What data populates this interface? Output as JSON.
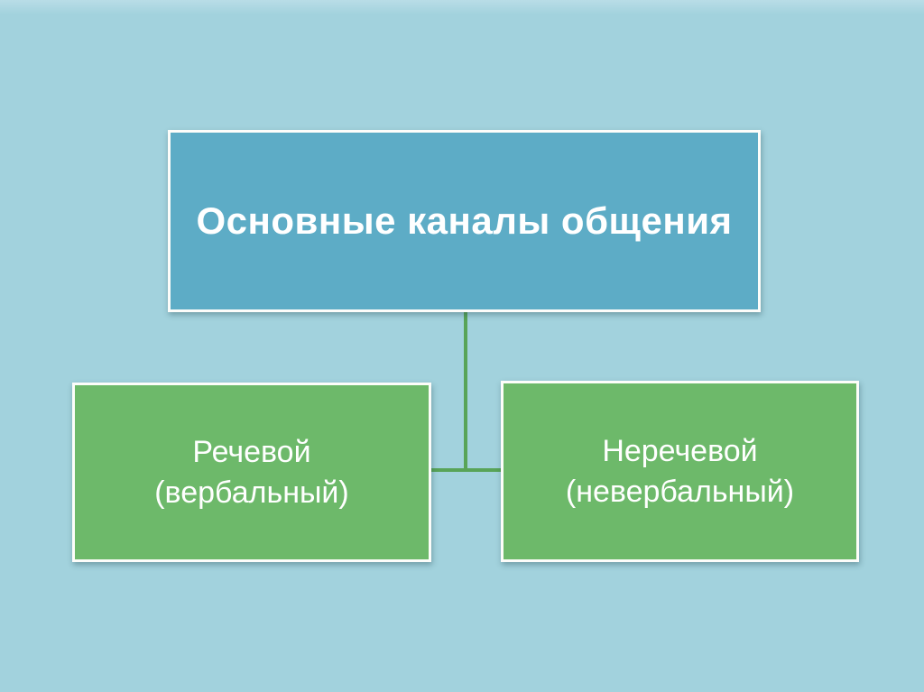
{
  "slide": {
    "title_node": {
      "label": "Основные каналы общения"
    },
    "child_nodes": [
      {
        "line1": "Речевой",
        "line2": "(вербальный)"
      },
      {
        "line1": "Неречевой",
        "line2": "(невербальный)"
      }
    ]
  },
  "colors": {
    "background": "#a2d2dd",
    "background_top": "#b9dde7",
    "root_fill": "#5dacc6",
    "child_fill": "#6db96a",
    "connector": "#58a458",
    "node_border": "#fdfdfa",
    "text": "#ffffff"
  }
}
